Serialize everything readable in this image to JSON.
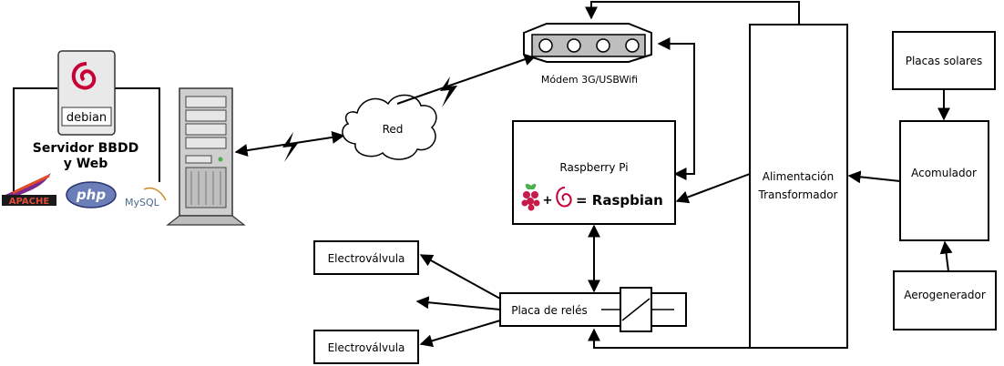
{
  "server": {
    "title_line1": "Servidor BBDD",
    "title_line2": "y Web",
    "debian_logo_text": "debian",
    "apache_logo_text": "APACHE",
    "php_logo_text": "php",
    "mysql_logo_text": "MySQL"
  },
  "network": {
    "label": "Red"
  },
  "modem": {
    "label": "Módem 3G/USBWifi"
  },
  "raspberry": {
    "title": "Raspberry Pi",
    "os_label": "= Raspbian",
    "plus": "+"
  },
  "power": {
    "line1": "Alimentación",
    "line2": "Transformador"
  },
  "solar": {
    "label": "Placas solares"
  },
  "battery": {
    "label": "Acomulador"
  },
  "wind": {
    "label": "Aerogenerador"
  },
  "relay": {
    "label": "Placa de relés"
  },
  "valves": {
    "top": "Electroválvula",
    "bottom": "Electroválvula"
  }
}
